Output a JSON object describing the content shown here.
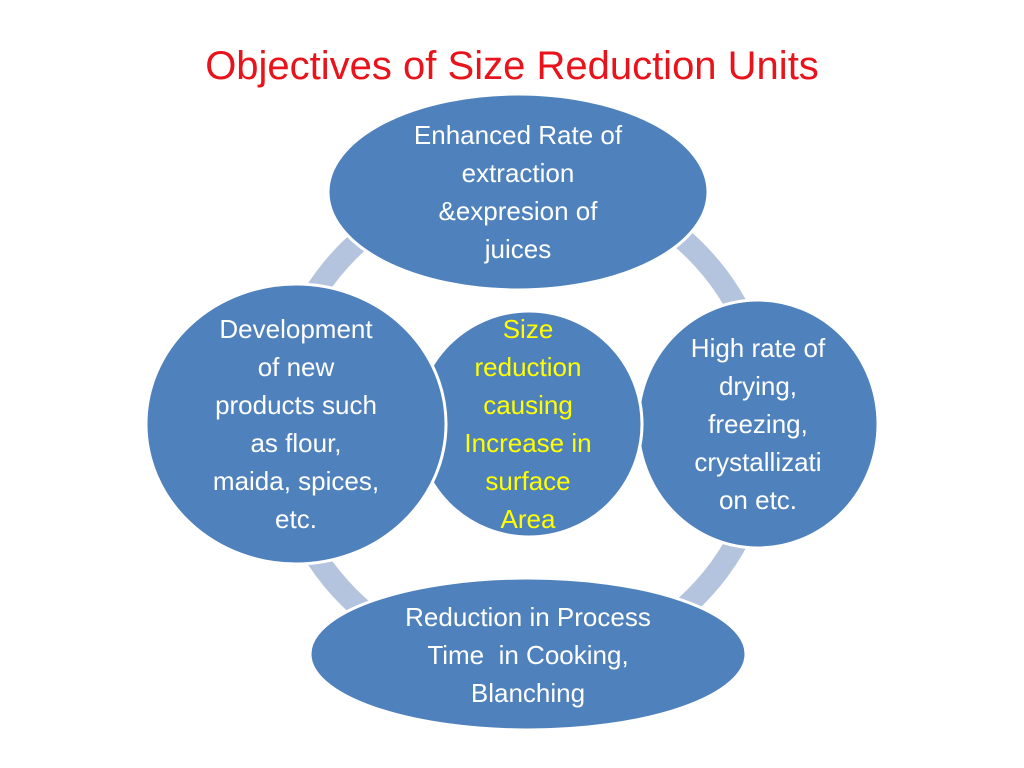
{
  "title": "Objectives of Size Reduction Units",
  "center": {
    "label": "Size reduction causing Increase in surface Area",
    "lines": [
      "Size",
      "reduction",
      "causing",
      "Increase in",
      "surface",
      "Area"
    ]
  },
  "nodes": {
    "top": {
      "lines": [
        "Enhanced Rate of",
        "extraction",
        "&expresion of",
        "juices"
      ]
    },
    "right": {
      "lines": [
        "High rate of",
        "drying,",
        "freezing,",
        "crystallizati",
        "on etc."
      ]
    },
    "bottom": {
      "lines": [
        "Reduction in Process",
        "Time  in Cooking,",
        "Blanching"
      ]
    },
    "left": {
      "lines": [
        "Development",
        "of new",
        "products such",
        "as flour,",
        "maida, spices,",
        "etc."
      ]
    }
  },
  "colors": {
    "node_fill": "#4f81bd",
    "node_stroke": "#ffffff",
    "ring": "#b4c4de",
    "title": "#e8131b",
    "center_text": "#ffff00",
    "node_text": "#ffffff"
  }
}
